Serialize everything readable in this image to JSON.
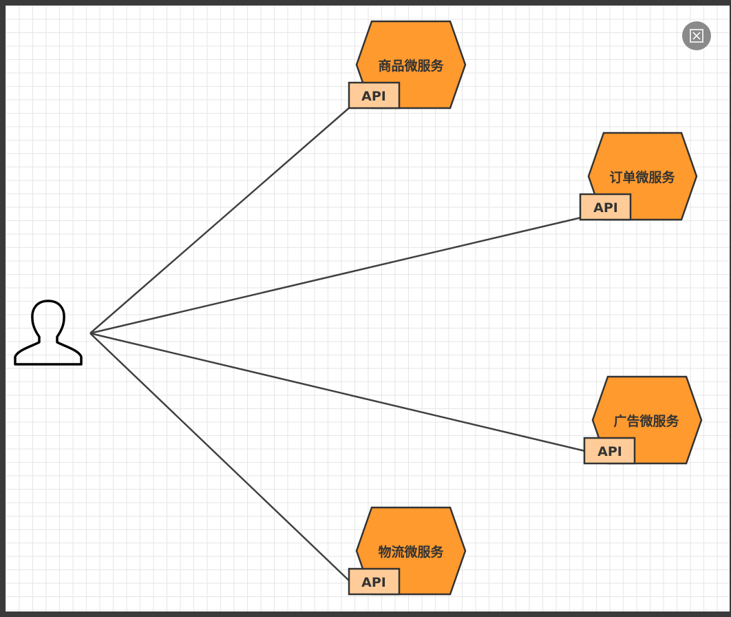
{
  "user": {
    "icon": "user-icon"
  },
  "services": [
    {
      "id": "goods",
      "name": "商品微服务",
      "api_label": "API"
    },
    {
      "id": "order",
      "name": "订单微服务",
      "api_label": "API"
    },
    {
      "id": "ad",
      "name": "广告微服务",
      "api_label": "API"
    },
    {
      "id": "logistics",
      "name": "物流微服务",
      "api_label": "API"
    }
  ],
  "colors": {
    "hexagon_fill": "#FF9A2E",
    "hexagon_stroke": "#333333",
    "api_fill": "#FFCC99",
    "api_stroke": "#333333",
    "connector": "#404040",
    "grid": "#e6e6e6"
  },
  "toolbar": {
    "close_icon": "close-icon"
  }
}
